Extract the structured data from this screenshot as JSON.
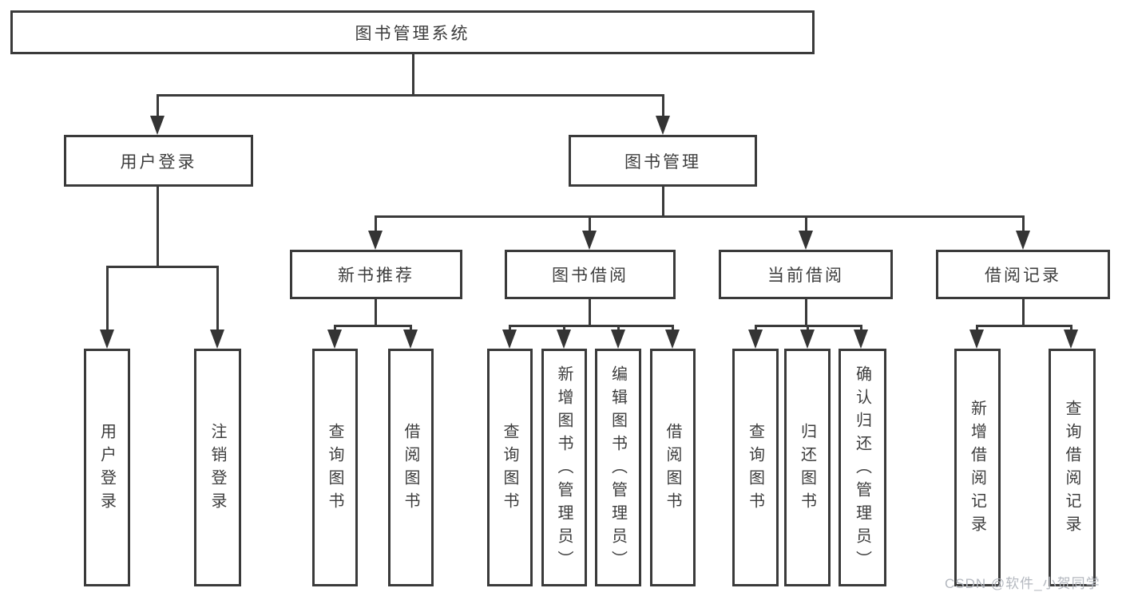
{
  "diagram": {
    "title": "图书管理系统",
    "watermark": "CSDN @软件_小贺同学",
    "colors": {
      "background": "#ffffff",
      "line": "#3a3a3a",
      "text": "#3d3d3d",
      "watermark": "#b4b8bf"
    }
  },
  "nodes": {
    "root": {
      "label": "图书管理系统"
    },
    "user_login": {
      "label": "用户登录"
    },
    "book_mgmt": {
      "label": "图书管理"
    },
    "new_book_rec": {
      "label": "新书推荐"
    },
    "book_borrow": {
      "label": "图书借阅"
    },
    "current_borrow": {
      "label": "当前借阅"
    },
    "borrow_record": {
      "label": "借阅记录"
    },
    "leaf_user_login": {
      "label": "用户登录"
    },
    "leaf_logout": {
      "label": "注销登录"
    },
    "leaf_query_book_rec": {
      "label": "查询图书"
    },
    "leaf_borrow_book_rec": {
      "label": "借阅图书"
    },
    "leaf_query_book_borrow": {
      "label": "查询图书"
    },
    "leaf_add_book_admin": {
      "label": "新增图书（管理员）"
    },
    "leaf_edit_book_admin": {
      "label": "编辑图书（管理员）"
    },
    "leaf_borrow_book_borrow": {
      "label": "借阅图书"
    },
    "leaf_query_book_current": {
      "label": "查询图书"
    },
    "leaf_return_book": {
      "label": "归还图书"
    },
    "leaf_confirm_return_admin": {
      "label": "确认归还（管理员）"
    },
    "leaf_add_borrow_record": {
      "label": "新增借阅记录"
    },
    "leaf_query_borrow_record": {
      "label": "查询借阅记录"
    }
  }
}
